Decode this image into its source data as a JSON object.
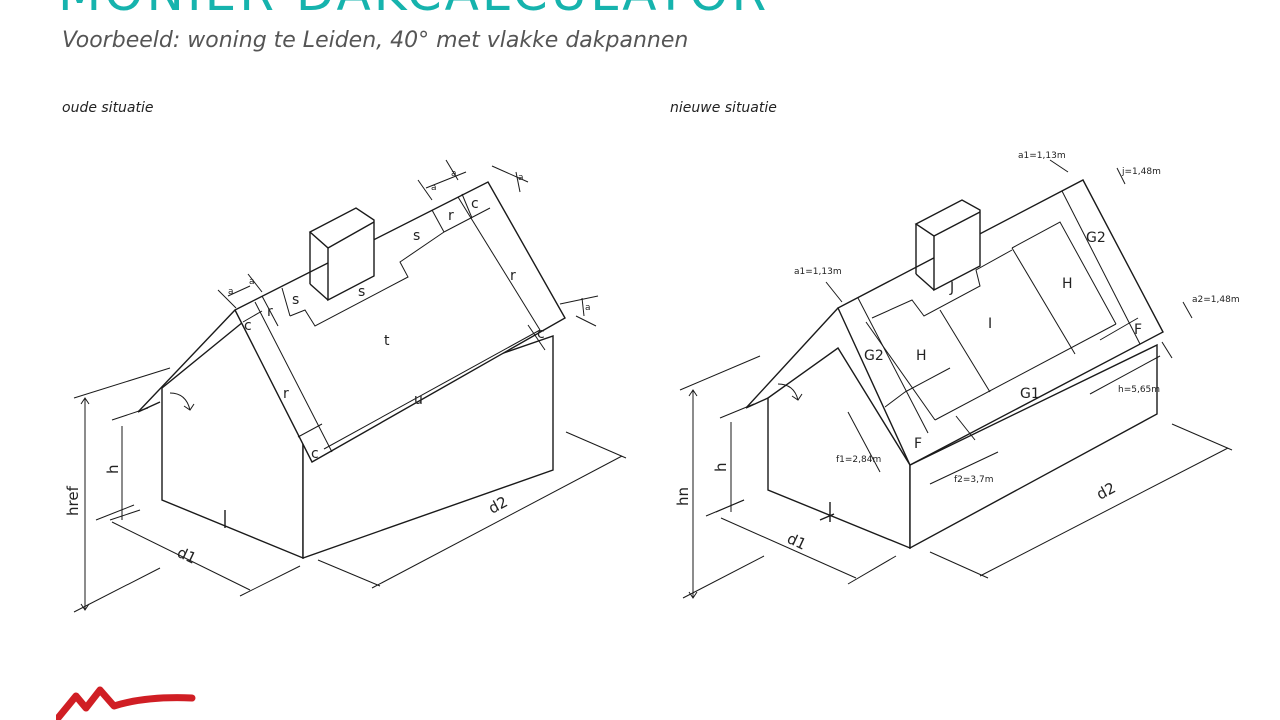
{
  "header": {
    "title": "MONIER DAKCALCULATOR",
    "subtitle": "Voorbeeld: woning te Leiden, 40° met vlakke dakpannen"
  },
  "panels": {
    "old": {
      "label": "oude situatie",
      "zones": {
        "c": "c",
        "r": "r",
        "s": "s",
        "t": "t",
        "u": "u",
        "a": "a"
      },
      "dims": {
        "href": "href",
        "h": "h",
        "d1": "d1",
        "d2": "d2"
      }
    },
    "new": {
      "label": "nieuwe situatie",
      "zones": {
        "G1": "G1",
        "G2": "G2",
        "H": "H",
        "I": "I",
        "J": "J",
        "F": "F"
      },
      "measures": {
        "a1_top": "a1=1,13m",
        "a1_left": "a1=1,13m",
        "j": "j=1,48m",
        "a2": "a2=1,48m",
        "h_len": "h=5,65m",
        "f1": "f1=2,84m",
        "f2": "f2=3,7m"
      },
      "dims": {
        "hn": "hn",
        "h": "h",
        "d1": "d1",
        "d2": "d2"
      }
    }
  },
  "colors": {
    "title": "#16b3ad",
    "logo": "#d01e24",
    "line": "#1a1a1a"
  },
  "logo": {
    "icon": "monier-roof-logo"
  }
}
